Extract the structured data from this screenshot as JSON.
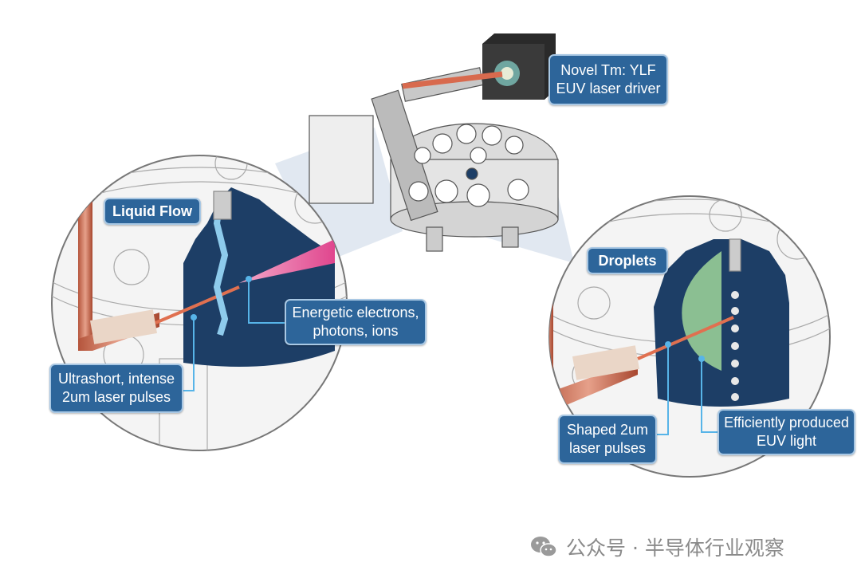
{
  "labels": {
    "laser_driver": [
      "Novel Tm: YLF",
      "EUV laser driver"
    ],
    "liquid_flow": "Liquid Flow",
    "energetic": [
      "Energetic electrons,",
      "photons, ions"
    ],
    "ultrashort": [
      "Ultrashort, intense",
      "2um laser pulses"
    ],
    "droplets": "Droplets",
    "shaped": [
      "Shaped 2um",
      "laser pulses"
    ],
    "euv_light": [
      "Efficiently produced",
      "EUV light"
    ]
  },
  "watermark": "公众号 · 半导体行业观察",
  "colors": {
    "label_bg": "#2d659a",
    "label_border": "#a9c8e4",
    "chamber": "#1d3e66",
    "laser": "#d8684a",
    "plasma": "#e0609a",
    "euv": "#8ec98a"
  }
}
